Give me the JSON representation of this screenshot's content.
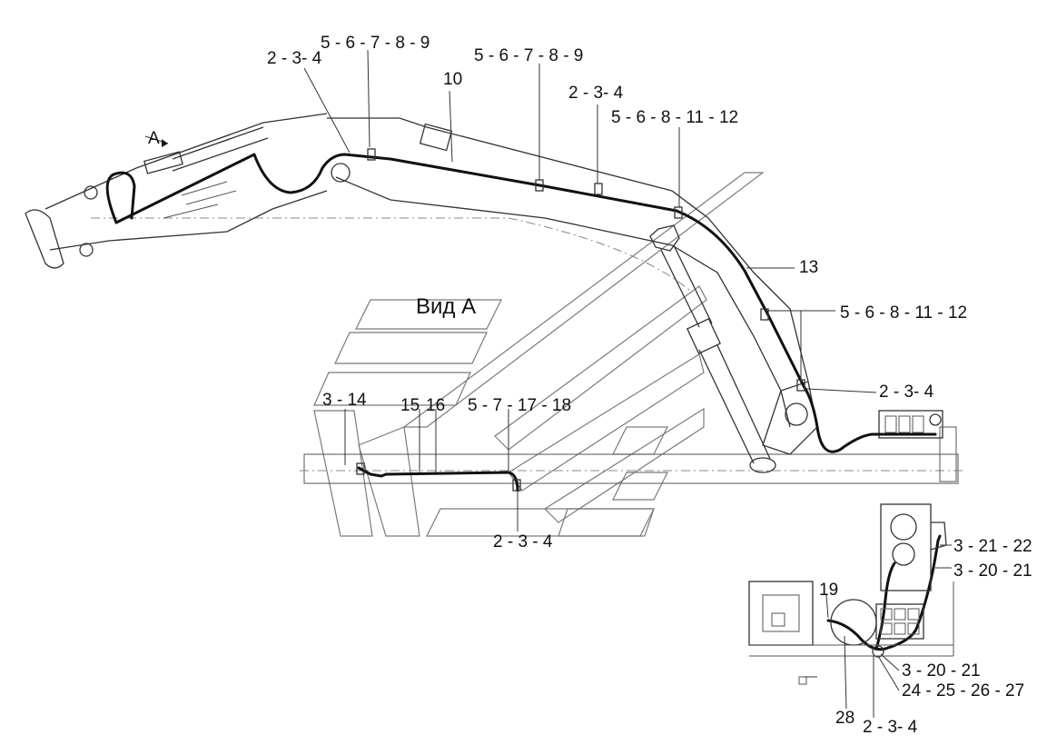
{
  "view_label": "Вид А",
  "view_marker": "А",
  "callouts": [
    "2 - 3- 4",
    "5 - 6 - 7 - 8 - 9",
    "10",
    "5 - 6 - 7 - 8 - 9",
    "2 - 3- 4",
    "5 - 6 - 8 - 11 - 12",
    "13",
    "5 - 6 - 8 - 11 - 12",
    "2 - 3- 4",
    "3 - 14",
    "15",
    "16",
    "5 - 7 - 17 - 18",
    "2 - 3 - 4",
    "19",
    "3 - 21 - 22",
    "3 - 20 - 21",
    "3 - 20 - 21",
    "24 - 25 - 26 - 27",
    "28",
    "2 - 3- 4"
  ]
}
